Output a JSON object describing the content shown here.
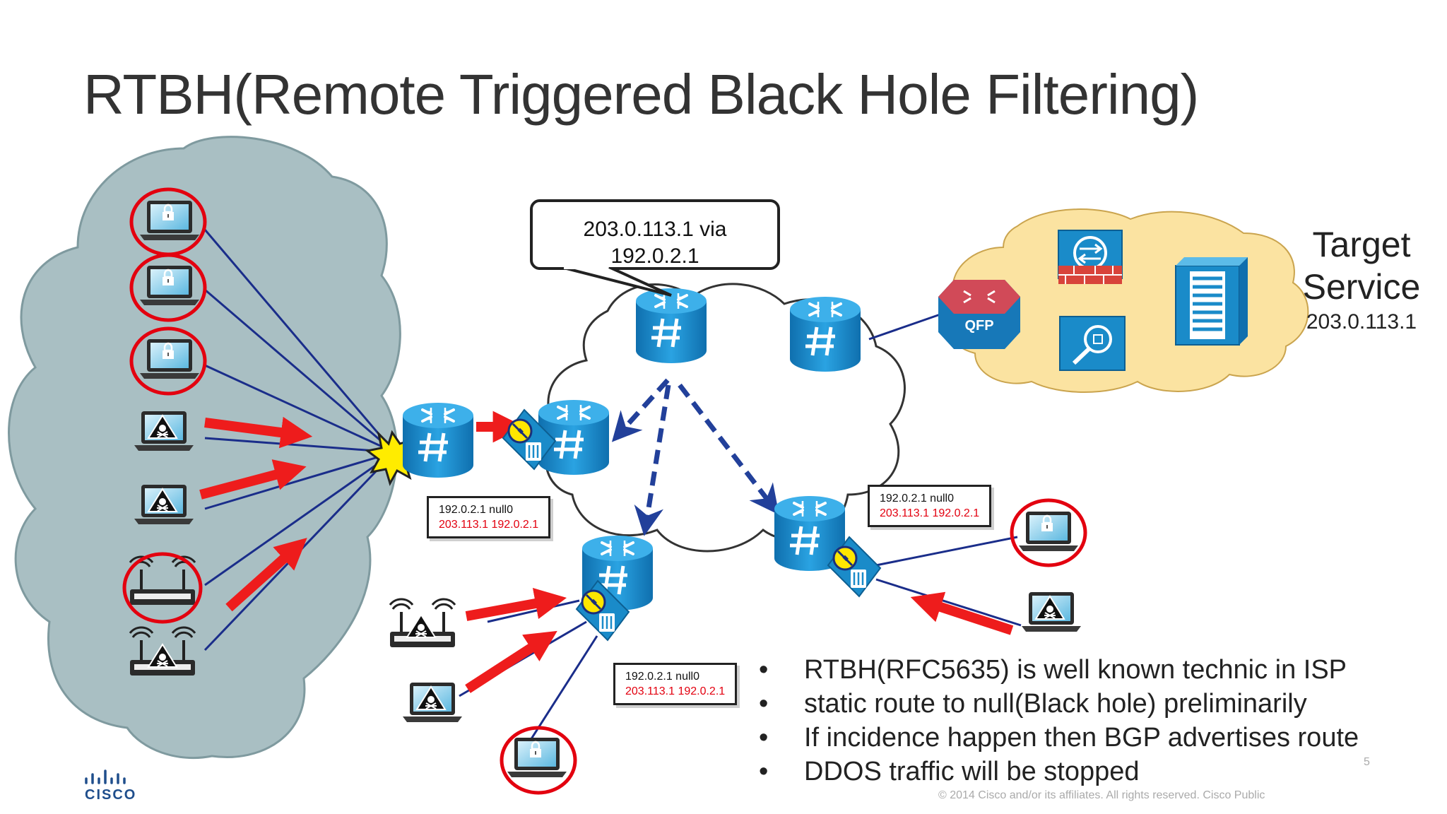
{
  "slide": {
    "title": "RTBH(Remote Triggered Black Hole Filtering)",
    "page_number": "5",
    "footer": "© 2014  Cisco and/or its affiliates. All rights reserved.   Cisco Public",
    "logo_text": "CISCO"
  },
  "callout": {
    "line1": "203.0.113.1 via",
    "line2": "192.0.2.1"
  },
  "target_service": {
    "label_line1": "Target",
    "label_line2": "Service",
    "ip": "203.0.113.1"
  },
  "route_boxes": [
    {
      "line1": "192.0.2.1 null0",
      "line2": "203.113.1 192.0.2.1"
    },
    {
      "line1": "192.0.2.1 null0",
      "line2": "203.113.1 192.0.2.1"
    },
    {
      "line1": "192.0.2.1 null0",
      "line2": "203.113.1 192.0.2.1"
    }
  ],
  "bullets": [
    "RTBH(RFC5635) is well known technic in ISP",
    "static route to null(Black hole) preliminarily",
    "If incidence happen then BGP advertises route",
    "DDOS traffic will be stopped"
  ],
  "devices": {
    "qfp_label": "QFP"
  },
  "icons": [
    "laptop-icon",
    "attacker-laptop-icon",
    "wireless-router-icon",
    "router-icon",
    "blackhole-filter-icon",
    "firewall-icon",
    "qfp-router-icon",
    "server-rack-icon",
    "monitor-icon",
    "explosion-icon"
  ],
  "colors": {
    "router_blue": "#1b8fcf",
    "attack_red": "#ee1c1c",
    "link_blue": "#1a2d8a",
    "left_cloud": "#a9bfc3",
    "target_cloud": "#fbe3a1",
    "bgp_arrow": "#22409a",
    "filter_yellow": "#ffe600"
  }
}
